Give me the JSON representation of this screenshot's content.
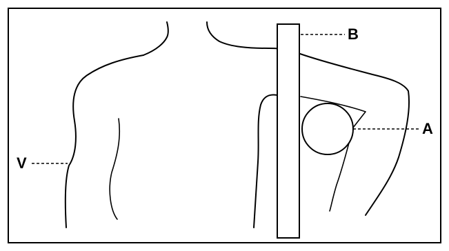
{
  "labels": {
    "a": "A",
    "b": "B",
    "v": "V"
  },
  "colors": {
    "ink": "#000000",
    "paper": "#ffffff"
  }
}
